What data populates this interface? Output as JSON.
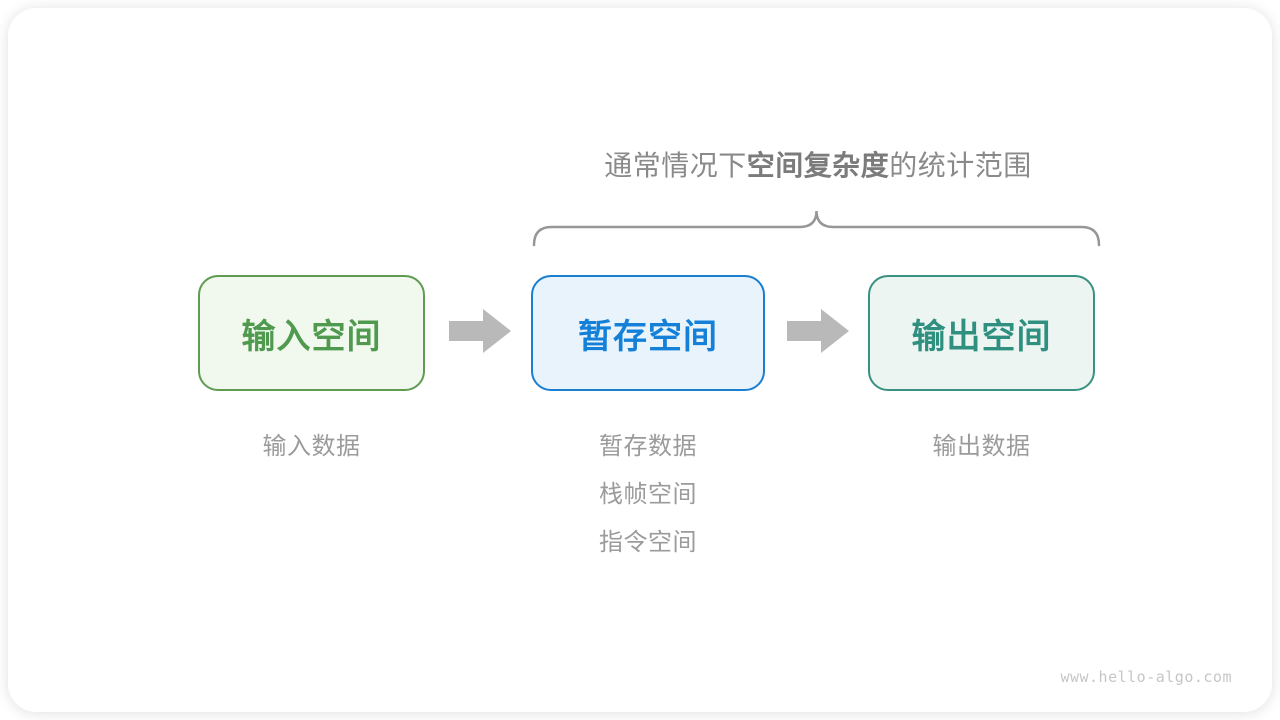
{
  "diagram": {
    "title": {
      "prefix": "通常情况下",
      "bold": "空间复杂度",
      "suffix": "的统计范围"
    },
    "boxes": [
      {
        "label": "输入空间",
        "border_color": "#609b52",
        "fill_color": "#f1f8ee",
        "text_color": "#4f9a4f"
      },
      {
        "label": "暂存空间",
        "border_color": "#1a7fd0",
        "fill_color": "#e9f3fc",
        "text_color": "#1480d8"
      },
      {
        "label": "输出空间",
        "border_color": "#389181",
        "fill_color": "#ecf5f2",
        "text_color": "#2f9080"
      }
    ],
    "notes": [
      {
        "lines": [
          "输入数据"
        ]
      },
      {
        "lines": [
          "暂存数据",
          "栈帧空间",
          "指令空间"
        ]
      },
      {
        "lines": [
          "输出数据"
        ]
      }
    ],
    "arrow_color": "#b9b9b9",
    "brace_color": "#979797",
    "title_color": "#8a8a8a",
    "note_color": "#9b9b9b"
  },
  "footer": {
    "watermark": "www.hello-algo.com"
  }
}
